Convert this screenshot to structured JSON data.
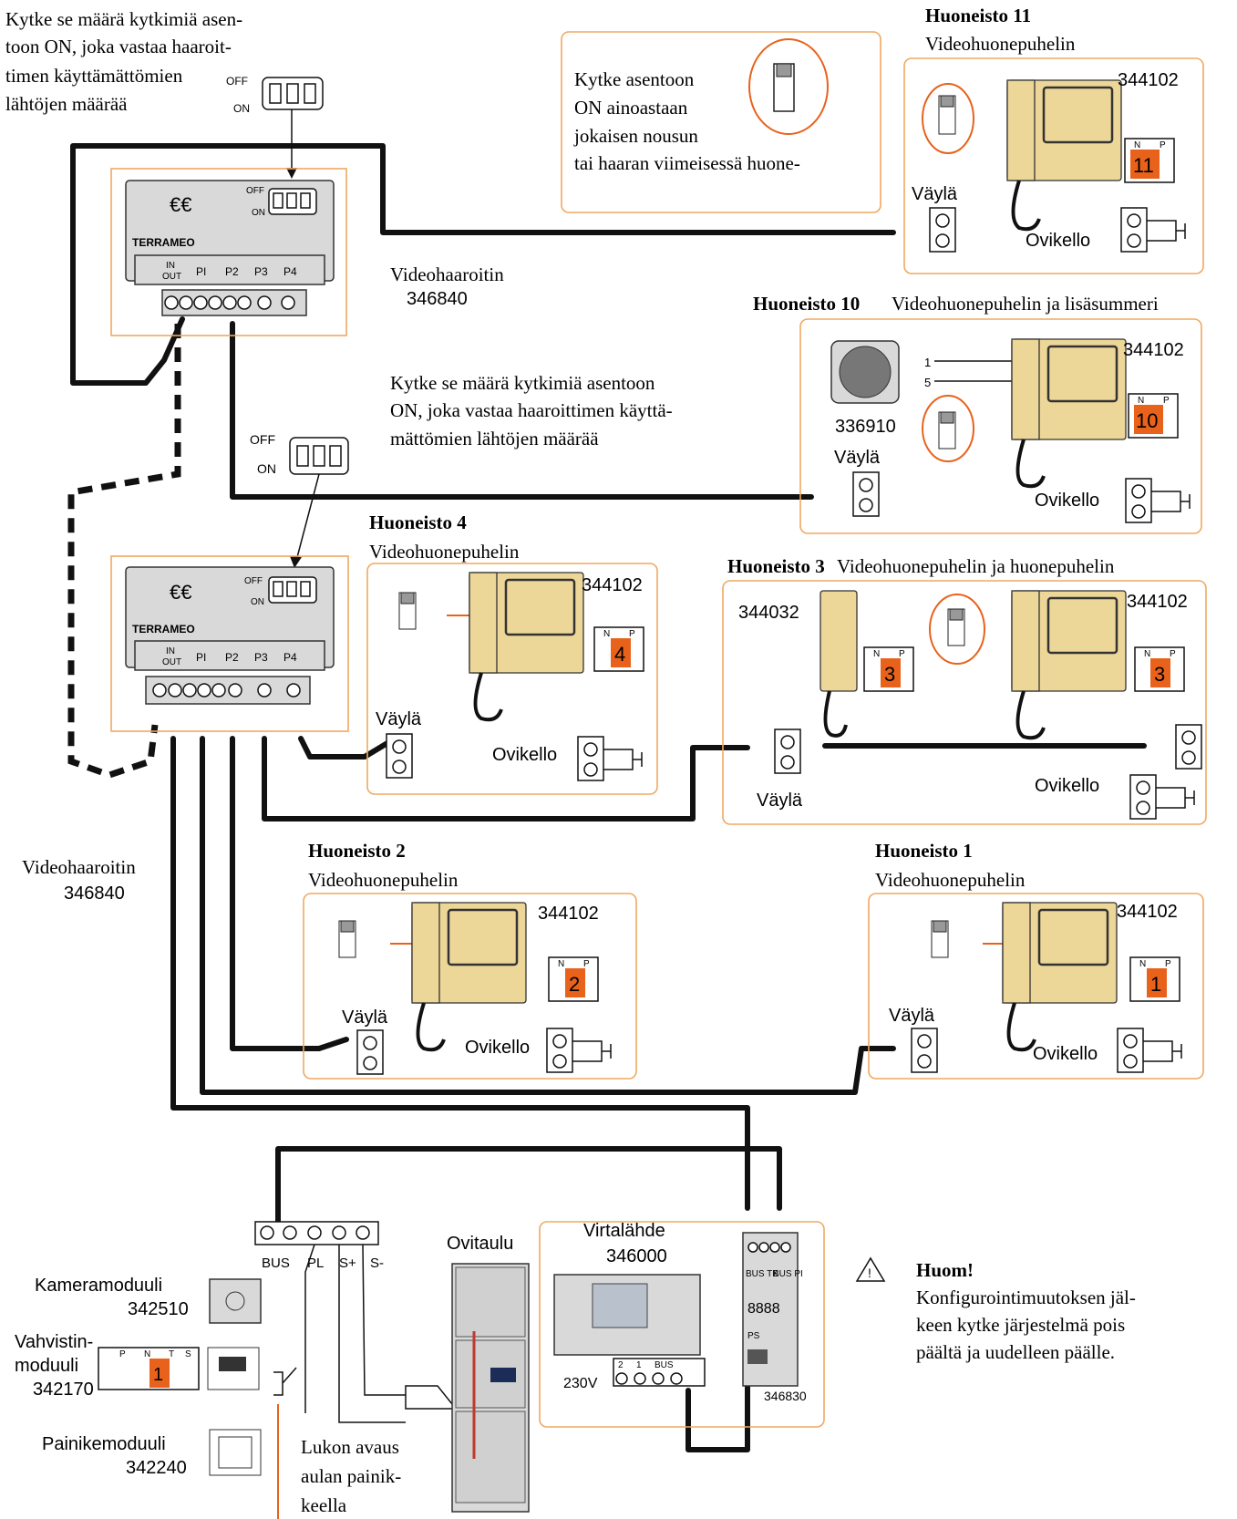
{
  "notes": {
    "top_left_1": "Kytke se määrä kytkimiä asen-",
    "top_left_2": "toon ON, joka vastaa haaroit-",
    "top_left_3": "timen käyttämättömien",
    "top_left_4": "lähtöjen määrää",
    "mid_1": "Kytke se määrä kytkimiä asentoon",
    "mid_2": "ON, joka vastaa haaroittimen käyttä-",
    "mid_3": "mättömien lähtöjen määrää",
    "callout_1": "Kytke asentoon",
    "callout_2": "ON ainoastaan",
    "callout_3": "jokaisen nousun",
    "callout_4": "tai haaran viimeisessä huone-",
    "huom_title": "Huom!",
    "huom_1": "Konfigurointimuutoksen jäl-",
    "huom_2": "keen kytke järjestelmä pois",
    "huom_3": "päältä ja uudelleen päälle.",
    "lukko_1": "Lukon avaus",
    "lukko_2": "aulan painik-",
    "lukko_3": "keella"
  },
  "labels": {
    "off": "OFF",
    "on": "ON",
    "vayla": "Väylä",
    "ovikello": "Ovikello",
    "splitter_name": "Videohaaroitin",
    "splitter_code": "346840",
    "phone_code": "344102",
    "handset_code": "344032",
    "summeri_code": "336910",
    "brand": "TERRAMEO",
    "in": "IN",
    "out": "OUT",
    "p1": "PI",
    "p2": "P2",
    "p3": "P3",
    "p4": "P4",
    "n": "N",
    "p": "P",
    "sum_1": "1",
    "sum_5": "5"
  },
  "apartments": {
    "a11": {
      "title": "Huoneisto 11",
      "subtitle": "Videohuonepuhelin",
      "num": "11"
    },
    "a10": {
      "title": "Huoneisto 10",
      "subtitle": "Videohuonepuhelin ja lisäsummeri",
      "num": "10"
    },
    "a4": {
      "title": "Huoneisto 4",
      "subtitle": "Videohuonepuhelin",
      "num": "4"
    },
    "a3": {
      "title": "Huoneisto 3",
      "subtitle": "Videohuonepuhelin ja huonepuhelin",
      "num": "3"
    },
    "a2": {
      "title": "Huoneisto 2",
      "subtitle": "Videohuonepuhelin",
      "num": "2"
    },
    "a1": {
      "title": "Huoneisto 1",
      "subtitle": "Videohuonepuhelin",
      "num": "1"
    }
  },
  "entrance": {
    "ovitaulu": "Ovitaulu",
    "power_name": "Virtalähde",
    "power_code": "346000",
    "power_voltage": "230V",
    "power_t2": "2",
    "power_t1": "1",
    "power_bus": "BUS",
    "ctrl_code": "346830",
    "ctrl_bus_tk": "BUS TK",
    "ctrl_bus_pi": "BUS PI",
    "ctrl_ps": "PS",
    "term_bus": "BUS",
    "term_pl": "PL",
    "term_splus": "S+",
    "term_sminus": "S-",
    "kamera_name": "Kameramoduuli",
    "kamera_code": "342510",
    "vahvistin_name_1": "Vahvistin-",
    "vahvistin_name_2": "moduuli",
    "vahvistin_code": "342170",
    "vahvistin_num": "1",
    "vahv_p": "P",
    "vahv_n": "N",
    "vahv_t": "T",
    "vahv_s": "S",
    "painike_name": "Painikemoduuli",
    "painike_code": "342240"
  },
  "colors": {
    "frame": "#f0a860",
    "device": "#ecd698",
    "highlight": "#e8621c",
    "wire": "#111111"
  }
}
